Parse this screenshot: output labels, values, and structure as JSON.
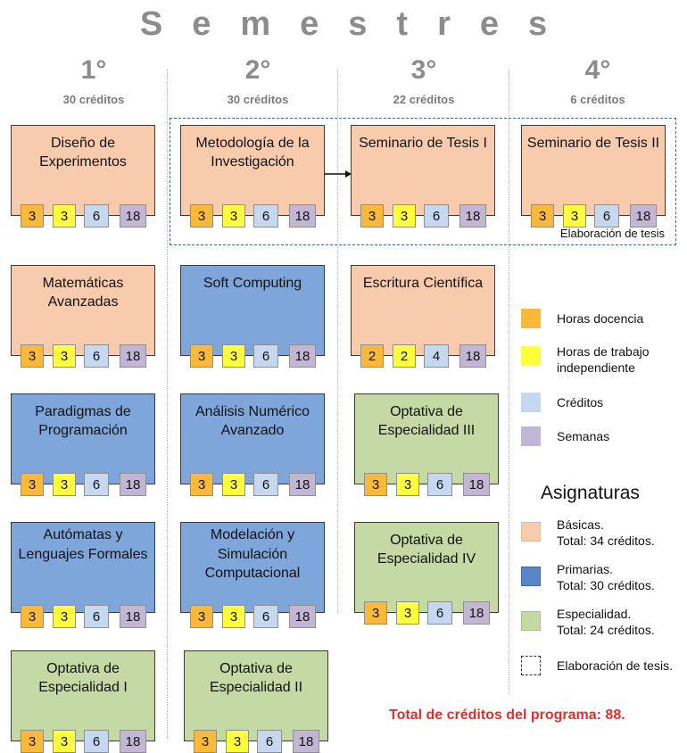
{
  "title": "Semestres",
  "semesters": [
    {
      "number": "1°",
      "credits": "30 créditos"
    },
    {
      "number": "2°",
      "credits": "30 créditos"
    },
    {
      "number": "3°",
      "credits": "22 créditos"
    },
    {
      "number": "4°",
      "credits": "6 créditos"
    }
  ],
  "courses": [
    {
      "name": "Diseño de Experimentos",
      "type": "basica",
      "values": [
        "3",
        "3",
        "6",
        "18"
      ]
    },
    {
      "name": "Matemáticas Avanzadas",
      "type": "basica",
      "values": [
        "3",
        "3",
        "6",
        "18"
      ]
    },
    {
      "name": "Paradigmas de Programación",
      "type": "primaria",
      "values": [
        "3",
        "3",
        "6",
        "18"
      ]
    },
    {
      "name": "Autómatas y Lenguajes Formales",
      "type": "primaria",
      "values": [
        "3",
        "3",
        "6",
        "18"
      ]
    },
    {
      "name": "Optativa de Especialidad I",
      "type": "especialidad",
      "values": [
        "3",
        "3",
        "6",
        "18"
      ]
    },
    {
      "name": "Metodología de la Investigación",
      "type": "basica",
      "values": [
        "3",
        "3",
        "6",
        "18"
      ]
    },
    {
      "name": "Soft Computing",
      "type": "primaria",
      "values": [
        "3",
        "3",
        "6",
        "18"
      ]
    },
    {
      "name": "Análisis Numérico Avanzado",
      "type": "primaria",
      "values": [
        "3",
        "3",
        "6",
        "18"
      ]
    },
    {
      "name": "Modelación y Simulación Computacional",
      "type": "primaria",
      "values": [
        "3",
        "3",
        "6",
        "18"
      ]
    },
    {
      "name": "Optativa de Especialidad II",
      "type": "especialidad",
      "values": [
        "3",
        "3",
        "6",
        "18"
      ]
    },
    {
      "name": "Seminario de Tesis I",
      "type": "basica",
      "values": [
        "3",
        "3",
        "6",
        "18"
      ]
    },
    {
      "name": "Escritura Científica",
      "type": "basica",
      "values": [
        "2",
        "2",
        "4",
        "18"
      ]
    },
    {
      "name": "Optativa de Especialidad III",
      "type": "especialidad",
      "values": [
        "3",
        "3",
        "6",
        "18"
      ]
    },
    {
      "name": "Optativa de Especialidad IV",
      "type": "especialidad",
      "values": [
        "3",
        "3",
        "6",
        "18"
      ]
    },
    {
      "name": "Seminario de Tesis II",
      "type": "basica",
      "values": [
        "3",
        "3",
        "6",
        "18"
      ]
    }
  ],
  "thesis_label": "Elaboración de tesis",
  "legend": {
    "hours": [
      {
        "label": "Horas docencia",
        "color": "#fbb93a"
      },
      {
        "label": "Horas de trabajo independiente",
        "color": "#ffff3d"
      },
      {
        "label": "Créditos",
        "color": "#c5d8ef"
      },
      {
        "label": "Semanas",
        "color": "#c3b6d5"
      }
    ],
    "asignaturas_title": "Asignaturas",
    "types": [
      {
        "label": "Básicas.",
        "total": "Total: 34 créditos.",
        "color": "#f8cbad"
      },
      {
        "label": "Primarias.",
        "total": "Total: 30 créditos.",
        "color": "#5a86c9"
      },
      {
        "label": "Especialidad.",
        "total": "Total: 24 créditos.",
        "color": "#c5d9a4"
      },
      {
        "label": "Elaboración de tesis.",
        "total": ""
      }
    ]
  },
  "total": "Total de créditos del programa: 88."
}
